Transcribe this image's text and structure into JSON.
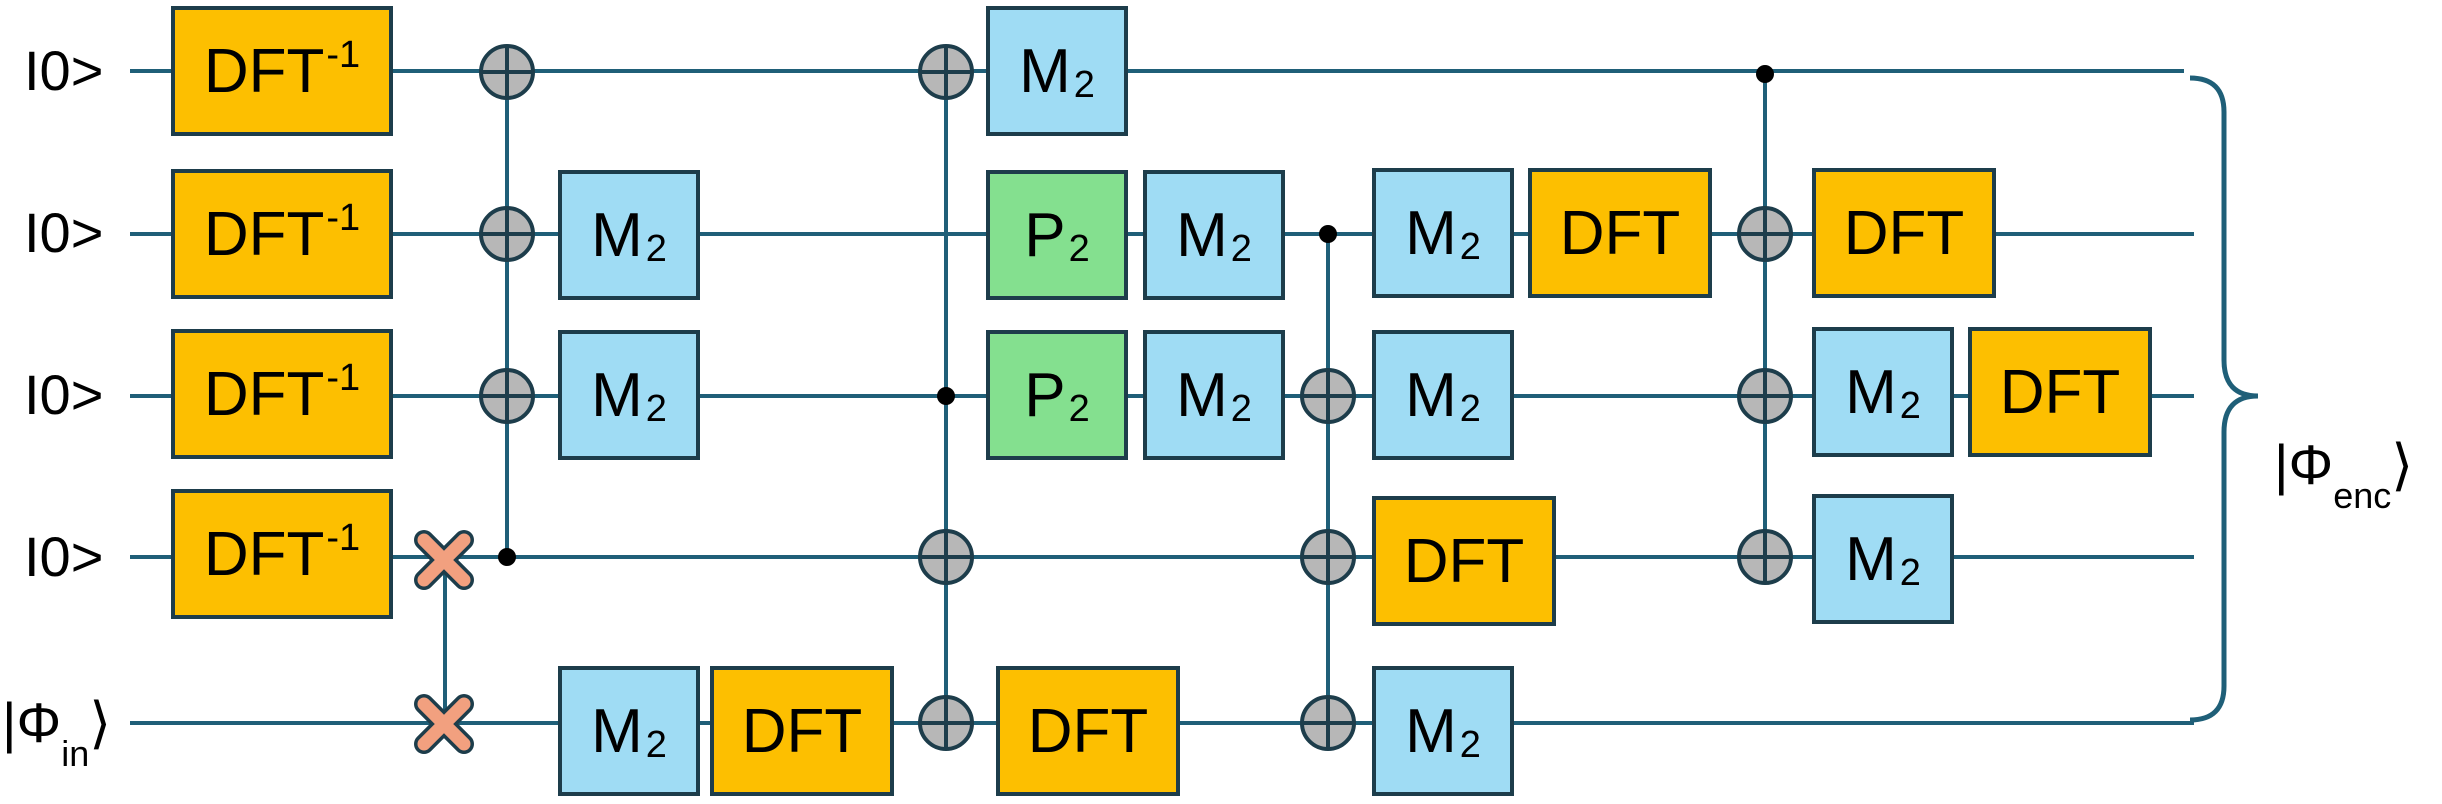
{
  "inputs": {
    "q0": "I0>",
    "q1": "I0>",
    "q2": "I0>",
    "q3": "I0>",
    "q4_base": "|Φ",
    "q4_sub": "in",
    "q4_close": "⟩"
  },
  "output": {
    "base": "|Φ",
    "sub": "enc",
    "close": "⟩"
  },
  "gates": {
    "dft_inv": "DFT",
    "dft_inv_sup": "-1",
    "dft": "DFT",
    "m": "M",
    "p": "P",
    "sub2": "2"
  },
  "colors": {
    "dft": "#fdbf00",
    "mixer": "#9fdcf4",
    "phase": "#84e08f",
    "wire": "#1f5f78",
    "swap": "#f2a07f"
  }
}
